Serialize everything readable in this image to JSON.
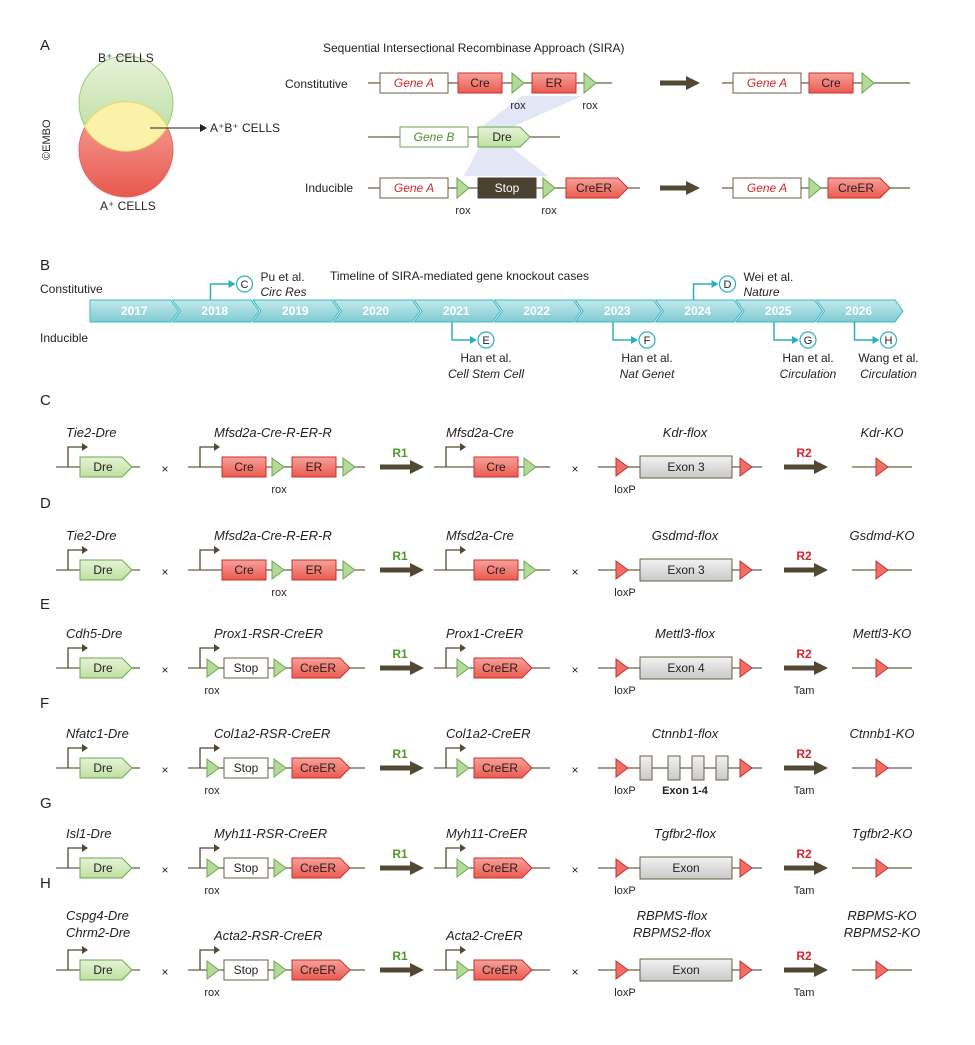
{
  "panels": {
    "A": "A",
    "B": "B",
    "C": "C",
    "D": "D",
    "E": "E",
    "F": "F",
    "G": "G",
    "H": "H"
  },
  "panelA": {
    "title": "Sequential Intersectional Recombinase Approach (SIRA)",
    "venn_top": "B⁺ CELLS",
    "venn_bottom": "A⁺ CELLS",
    "venn_overlap": "A⁺B⁺ CELLS",
    "credit": "©EMBO",
    "row_constitutive": "Constitutive",
    "row_inducible": "Inducible",
    "gene_a": "Gene A",
    "gene_b": "Gene B",
    "cre": "Cre",
    "er": "ER",
    "dre": "Dre",
    "stop": "Stop",
    "creer": "CreER",
    "rox": "rox"
  },
  "panelB": {
    "title": "Timeline of SIRA-mediated gene knockout cases",
    "constitutive": "Constitutive",
    "inducible": "Inducible",
    "years": [
      "2017",
      "2018",
      "2019",
      "2020",
      "2021",
      "2022",
      "2023",
      "2024",
      "2025",
      "2026"
    ],
    "events": [
      {
        "badge": "C",
        "line1": "Pu et al.",
        "line2": "Circ Res"
      },
      {
        "badge": "D",
        "line1": "Wei et al.",
        "line2": "Nature"
      },
      {
        "badge": "E",
        "line1": "Han et al.",
        "line2": "Cell Stem Cell"
      },
      {
        "badge": "F",
        "line1": "Han et al.",
        "line2": "Nat Genet"
      },
      {
        "badge": "G",
        "line1": "Han et al.",
        "line2": "Circulation"
      },
      {
        "badge": "H",
        "line1": "Wang et al.",
        "line2": "Circulation"
      }
    ]
  },
  "rows": [
    {
      "panel": "C",
      "dre_line": "Tie2-Dre",
      "reporter": "Mfsd2a-Cre-R-ER-R",
      "product": "Mfsd2a-Cre",
      "flox": "Kdr-flox",
      "ko": "Kdr-KO",
      "exon": "Exon 3",
      "tam": ""
    },
    {
      "panel": "D",
      "dre_line": "Tie2-Dre",
      "reporter": "Mfsd2a-Cre-R-ER-R",
      "product": "Mfsd2a-Cre",
      "flox": "Gsdmd-flox",
      "ko": "Gsdmd-KO",
      "exon": "Exon 3",
      "tam": ""
    },
    {
      "panel": "E",
      "dre_line": "Cdh5-Dre",
      "reporter": "Prox1-RSR-CreER",
      "product": "Prox1-CreER",
      "flox": "Mettl3-flox",
      "ko": "Mettl3-KO",
      "exon": "Exon 4",
      "tam": "Tam"
    },
    {
      "panel": "F",
      "dre_line": "Nfatc1-Dre",
      "reporter": "Col1a2-RSR-CreER",
      "product": "Col1a2-CreER",
      "flox": "Ctnnb1-flox",
      "ko": "Ctnnb1-KO",
      "exon": "Exon 1-4",
      "tam": "Tam"
    },
    {
      "panel": "G",
      "dre_line": "Isl1-Dre",
      "reporter": "Myh11-RSR-CreER",
      "product": "Myh11-CreER",
      "flox": "Tgfbr2-flox",
      "ko": "Tgfbr2-KO",
      "exon": "Exon",
      "tam": "Tam"
    },
    {
      "panel": "H",
      "dre_line": "Cspg4-Dre",
      "dre_line2": "Chrm2-Dre",
      "reporter": "Acta2-RSR-CreER",
      "product": "Acta2-CreER",
      "flox": "RBPMS-flox",
      "flox2": "RBPMS2-flox",
      "ko": "RBPMS-KO",
      "ko2": "RBPMS2-KO",
      "exon": "Exon",
      "tam": "Tam"
    }
  ],
  "common": {
    "loxp": "loxP",
    "r1": "R1",
    "r2": "R2",
    "cross": "×"
  },
  "colors": {
    "green_fill": "#d9ecc4",
    "green_stroke": "#6aa84f",
    "red_fill": "#ef7b73",
    "red_stroke": "#c8302a",
    "teal": "#3bb8c3",
    "teal_fill": "#9bd7dc",
    "arrow": "#524934",
    "stop_fill": "#4a4130",
    "exon_fill": "#dcdcdc"
  }
}
